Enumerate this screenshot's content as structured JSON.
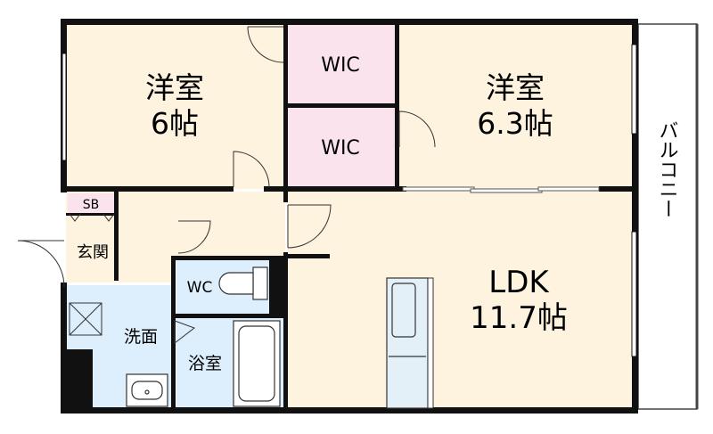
{
  "rooms": {
    "western_left": {
      "name": "洋室",
      "size": "6帖"
    },
    "wic_top": {
      "name": "WIC"
    },
    "wic_bottom": {
      "name": "WIC"
    },
    "western_right": {
      "name": "洋室",
      "size": "6.3帖"
    },
    "ldk": {
      "name": "LDK",
      "size": "11.7帖"
    },
    "sb": {
      "name": "SB"
    },
    "entrance": {
      "name": "玄関"
    },
    "wc": {
      "name": "WC"
    },
    "washroom": {
      "name": "洗面"
    },
    "bathroom": {
      "name": "浴室"
    },
    "balcony": {
      "name": "バルコニー"
    }
  },
  "colors": {
    "room_fill": "#fdf3df",
    "wic_fill": "#fbe3ee",
    "wet_fill": "#ddeefc",
    "wall": "#111111",
    "balcony_fill": "#ffffff"
  }
}
